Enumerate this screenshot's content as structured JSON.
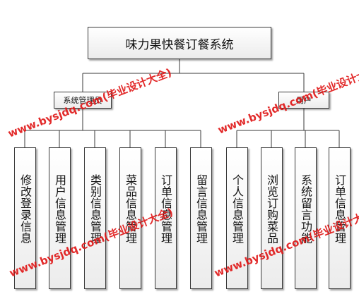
{
  "root": {
    "label": "味力果快餐订餐系统"
  },
  "roles": {
    "admin": {
      "label": "系统管理员",
      "modules": [
        "修改登录信息",
        "用户信息管理",
        "类别信息管理",
        "菜品信息管理",
        "订单信息管理",
        "留言信息管理"
      ]
    },
    "user": {
      "label": "用户",
      "modules": [
        "个人信息管理",
        "浏览订购菜品",
        "系统留言功能",
        "订单信息管理"
      ]
    }
  },
  "watermark": {
    "text": "www.bysjdq.com(毕业设计大全)",
    "color": "#e01818"
  },
  "line_color": "#3a3a3a"
}
